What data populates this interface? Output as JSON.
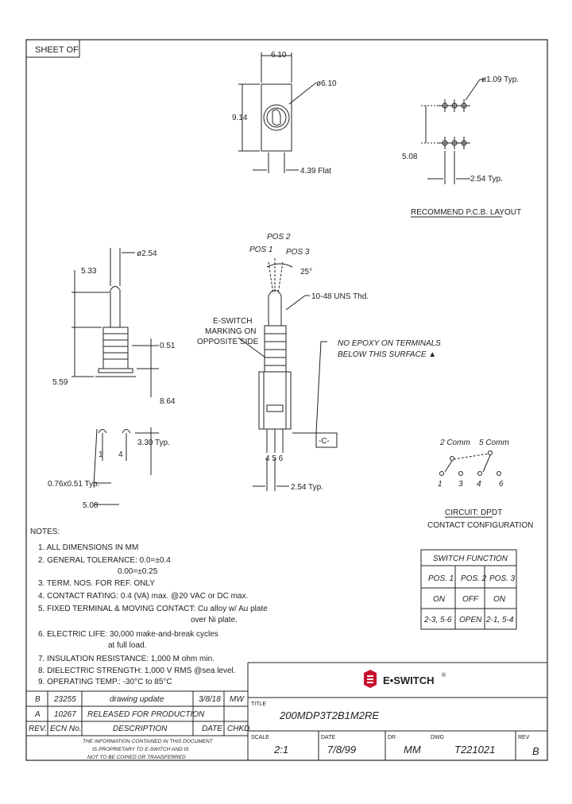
{
  "sheet_tab": "SHEET OF",
  "top_view": {
    "width_dim": "6.10",
    "height_dim": "9.14",
    "dia_dim": "ø6.10",
    "flat_dim": "4.39 Flat"
  },
  "pcb_layout": {
    "hole_dia": "ø1.09 Typ.",
    "row_spacing": "5.08",
    "pitch": "2.54 Typ.",
    "caption": "RECOMMEND P.C.B. LAYOUT"
  },
  "side_view": {
    "dia": "ø2.54",
    "d533": "5.33",
    "d051": "0.51",
    "d559": "5.59",
    "d864": "8.64",
    "d330": "3.30 Typ.",
    "pin1": "1",
    "pin4": "4",
    "pin_size": "0.76x0.51 Typ.",
    "d508": "5.08"
  },
  "front_view": {
    "pos1": "POS 1",
    "pos2": "POS 2",
    "pos3": "POS 3",
    "angle": "25°",
    "thread": "10-48 UNS Thd.",
    "marking": [
      "E-SWITCH",
      "MARKING ON",
      "OPPOSITE SIDE"
    ],
    "epoxy": [
      "NO EPOXY ON TERMINALS",
      "BELOW THIS SURFACE ▲"
    ],
    "datum": "-C-",
    "pins": "4  5  6",
    "pitch": "2.54 Typ."
  },
  "circuit": {
    "comm2": "2 Comm",
    "comm5": "5 Comm",
    "t1": "1",
    "t3": "3",
    "t4": "4",
    "t6": "6",
    "caption1": "CIRCUIT: DPDT",
    "caption2": "CONTACT CONFIGURATION"
  },
  "switch_function": {
    "title": "SWITCH FUNCTION",
    "headers": [
      "POS. 1",
      "POS. 2",
      "POS. 3"
    ],
    "row1": [
      "ON",
      "OFF",
      "ON"
    ],
    "row2": [
      "2-3, 5-6",
      "OPEN",
      "2-1, 5-4"
    ]
  },
  "notes": {
    "heading": "NOTES:",
    "lines": [
      "1. ALL DIMENSIONS IN MM",
      "2. GENERAL TOLERANCE: 0.0=±0.4",
      "0.00=±0.25",
      "3. TERM. NOS. FOR REF. ONLY",
      "4. CONTACT RATING: 0.4 (VA) max. @20 VAC or DC max.",
      "5. FIXED TERMINAL & MOVING CONTACT: Cu alloy w/ Au plate",
      "over Ni plate.",
      "6. ELECTRIC LIFE: 30,000 make-and-break cycles",
      "at full load.",
      "7. INSULATION RESISTANCE: 1,000 M ohm min.",
      "8. DIELECTRIC STRENGTH: 1,000 V RMS @sea level.",
      "9. OPERATING TEMP.: -30°C to 85°C"
    ]
  },
  "revisions": {
    "rows": [
      {
        "rev": "B",
        "ecn": "23255",
        "desc": "drawing update",
        "date": "3/8/18",
        "chkd": "MW"
      },
      {
        "rev": "A",
        "ecn": "10267",
        "desc": "RELEASED FOR PRODUCTION",
        "date": "",
        "chkd": ""
      }
    ],
    "headers": {
      "rev": "REV.",
      "ecn": "ECN No.",
      "desc": "DESCRIPTION",
      "date": "DATE",
      "chkd": "CHKD"
    },
    "disclaimer": [
      "THE INFORMATION CONTAINED IN THIS DOCUMENT",
      "IS PROPRIETARY TO E-SWITCH AND IS",
      "NOT TO BE COPIED OR TRANSFERRED"
    ]
  },
  "title_block": {
    "logo_text": "E•SWITCH",
    "reg": "®",
    "title_label": "TITLE",
    "title": "200MDP3T2B1M2RE",
    "scale_label": "SCALE",
    "scale": "2:1",
    "date_label": "DATE",
    "date": "7/8/99",
    "dr_label": "DR",
    "dr": "MM",
    "dwg_label": "DWG",
    "dwg": "T221021",
    "rev_label": "REV",
    "rev": "B"
  },
  "colors": {
    "line": "#222222",
    "logo_red": "#c8102e"
  }
}
